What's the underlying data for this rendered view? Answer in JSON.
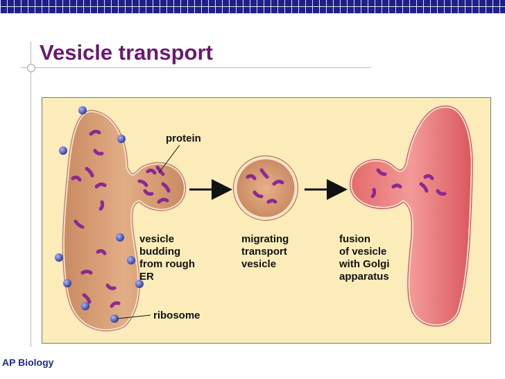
{
  "slide": {
    "title": "Vesicle transport",
    "footer": "AP Biology"
  },
  "diagram": {
    "labels": {
      "protein": "protein",
      "ribosome": "ribosome",
      "budding": [
        "vesicle",
        "budding",
        "from rough",
        "ER"
      ],
      "migrating": [
        "migrating",
        "transport",
        "vesicle"
      ],
      "fusion": [
        "fusion",
        "of vesicle",
        "with Golgi",
        "apparatus"
      ]
    },
    "colors": {
      "er_membrane": "#c8875a",
      "er_fill": "#dea47a",
      "golgi_fill": "#e8787a",
      "protein": "#8a2a92",
      "ribosome": "#3848a8",
      "background": "#fbecb9"
    }
  }
}
